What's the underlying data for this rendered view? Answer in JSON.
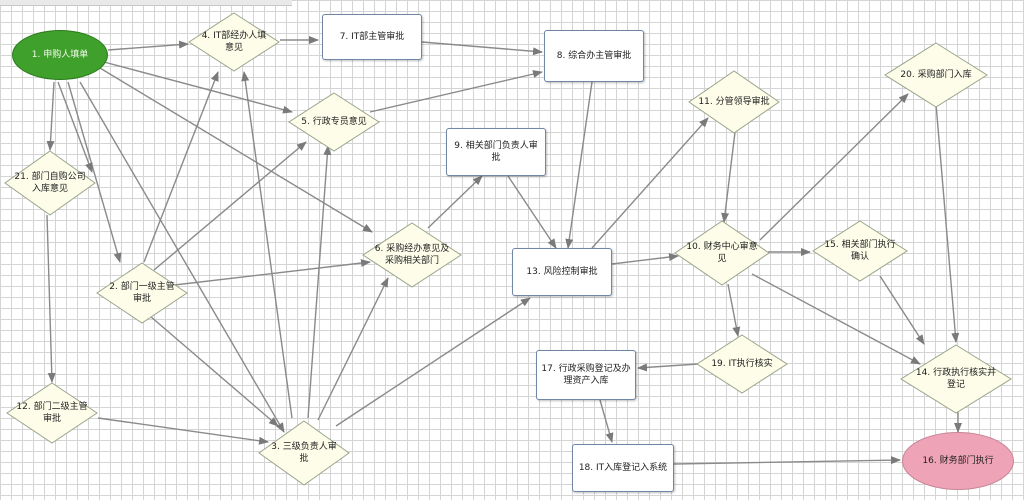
{
  "nodes": {
    "n1": "1. 申购人填单",
    "n2": "2. 部门一级主管审批",
    "n3": "3. 三级负责人审批",
    "n4": "4. IT部经办人填意见",
    "n5": "5. 行政专员意见",
    "n6": "6. 采购经办意见及采购相关部门",
    "n7": "7. IT部主管审批",
    "n8": "8. 综合办主管审批",
    "n9": "9. 相关部门负责人审批",
    "n10": "10. 财务中心审意见",
    "n11": "11. 分管领导审批",
    "n12": "12. 部门二级主管审批",
    "n13": "13. 风险控制审批",
    "n14": "14. 行政执行核实并登记",
    "n15": "15. 相关部门执行确认",
    "n16": "16. 财务部门执行",
    "n17": "17. 行政采购登记及办理资产入库",
    "n18": "18. IT入库登记入系统",
    "n19": "19. IT执行核实",
    "n20": "20. 采购部门入库",
    "n21": "21. 部门自购公司入库意见"
  }
}
